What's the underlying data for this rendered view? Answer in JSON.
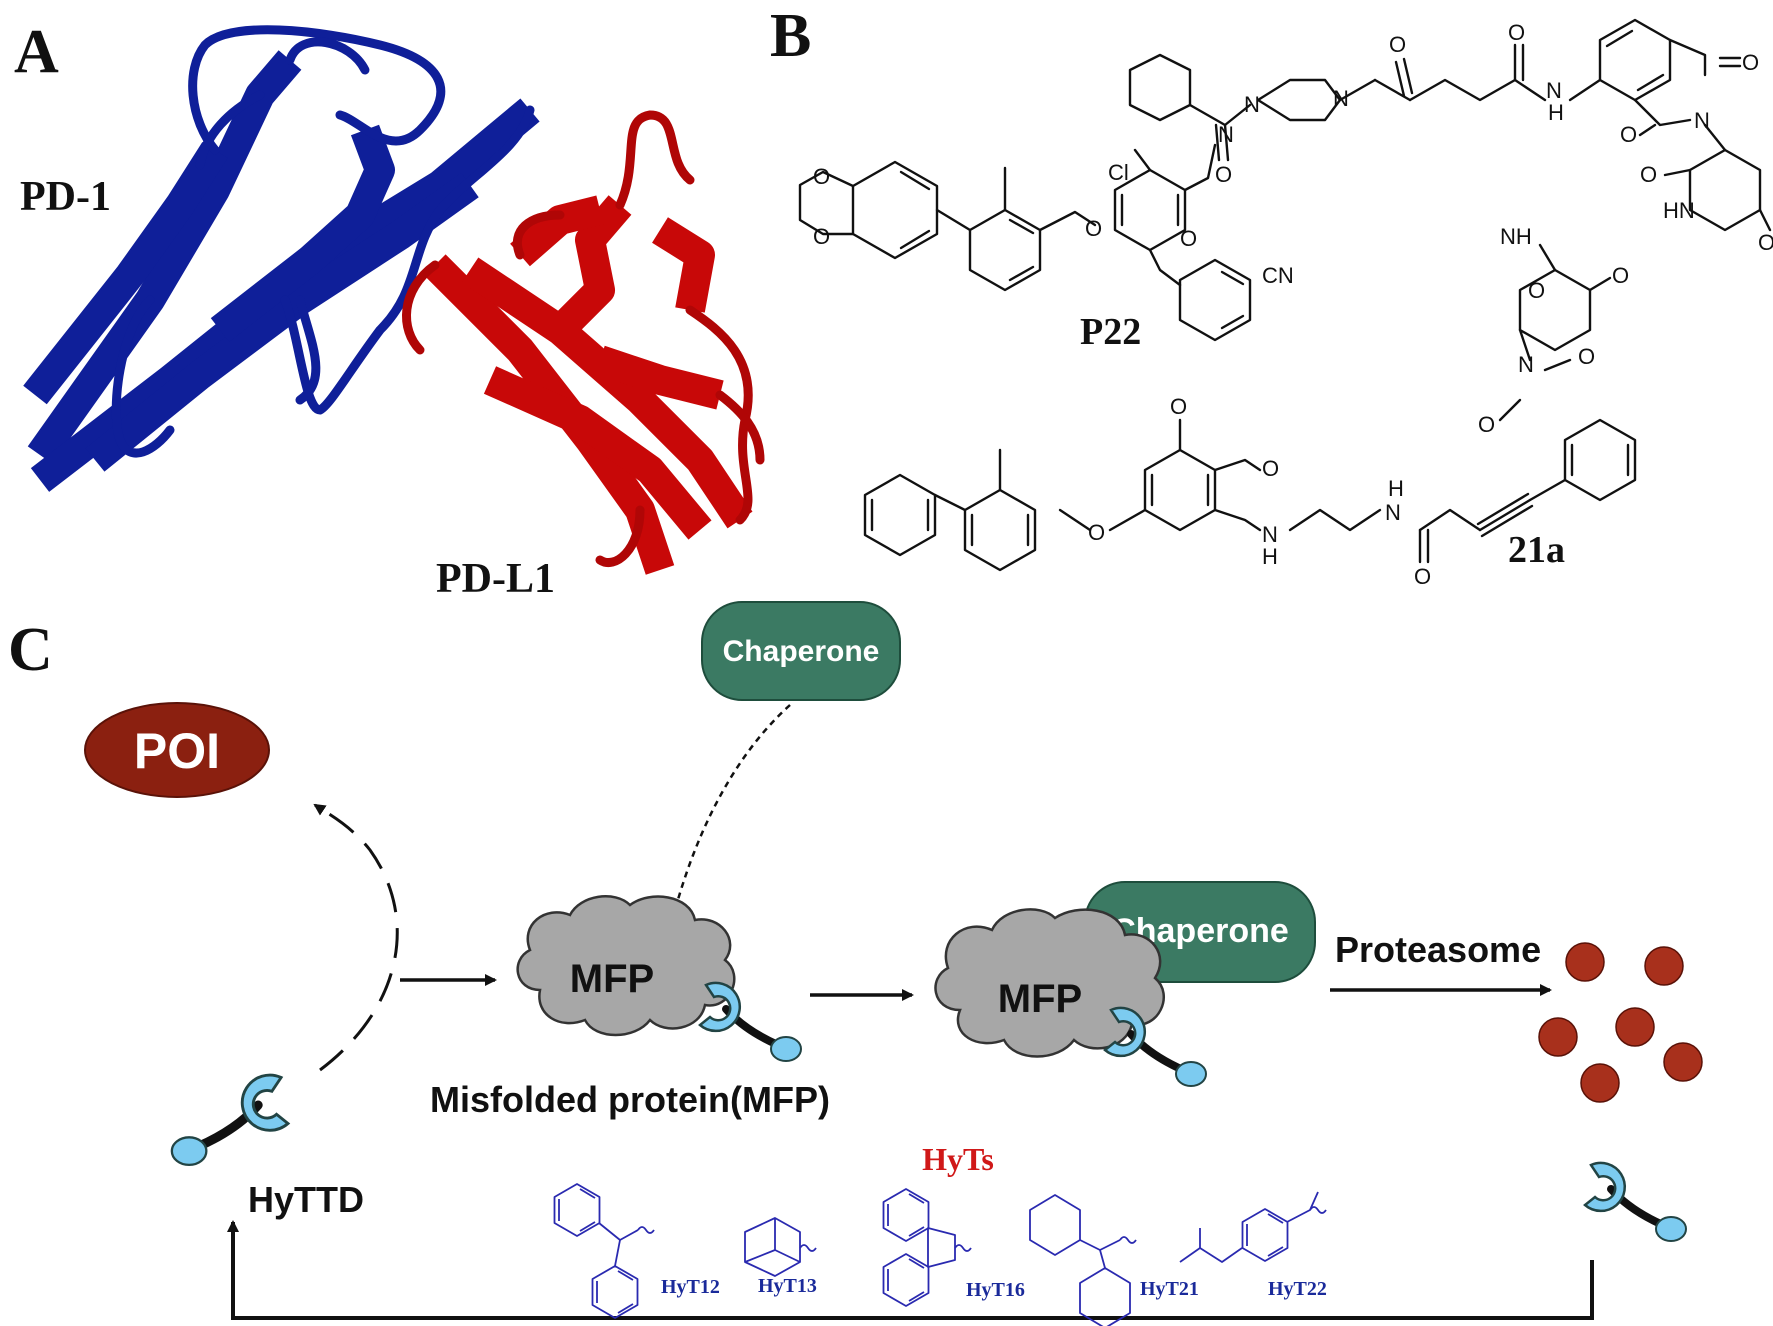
{
  "panels": {
    "a": "A",
    "b": "B",
    "c": "C"
  },
  "panel_a": {
    "protein1_label": "PD-1",
    "protein2_label": "PD-L1"
  },
  "panel_b": {
    "compound1_label": "P22",
    "compound2_label": "21a",
    "atoms": {
      "O": "O",
      "N": "N",
      "H": "H",
      "NH": "NH",
      "HN": "HN",
      "Cl": "Cl",
      "CN": "CN"
    }
  },
  "panel_c": {
    "poi_label": "POI",
    "chaperone_label": "Chaperone",
    "mfp_label": "MFP",
    "proteasome_label": "Proteasome",
    "misfolded_caption": "Misfolded protein(MFP)",
    "hyttd_label": "HyTTD",
    "hyts_title": "HyTs",
    "hyt_labels": [
      "HyT12",
      "HyT13",
      "HyT16",
      "HyT21",
      "HyT22"
    ]
  },
  "colors": {
    "pd1": "#0f1f99",
    "pdl1": "#c80808",
    "poi": "#8b2010",
    "chaperone": "#3b7a63",
    "mfp": "#a7a7a7",
    "ligand": "#7ccbf0",
    "degraded": "#a8301c",
    "hyt": "#1a2a9a",
    "hyts_title": "#d01818"
  }
}
